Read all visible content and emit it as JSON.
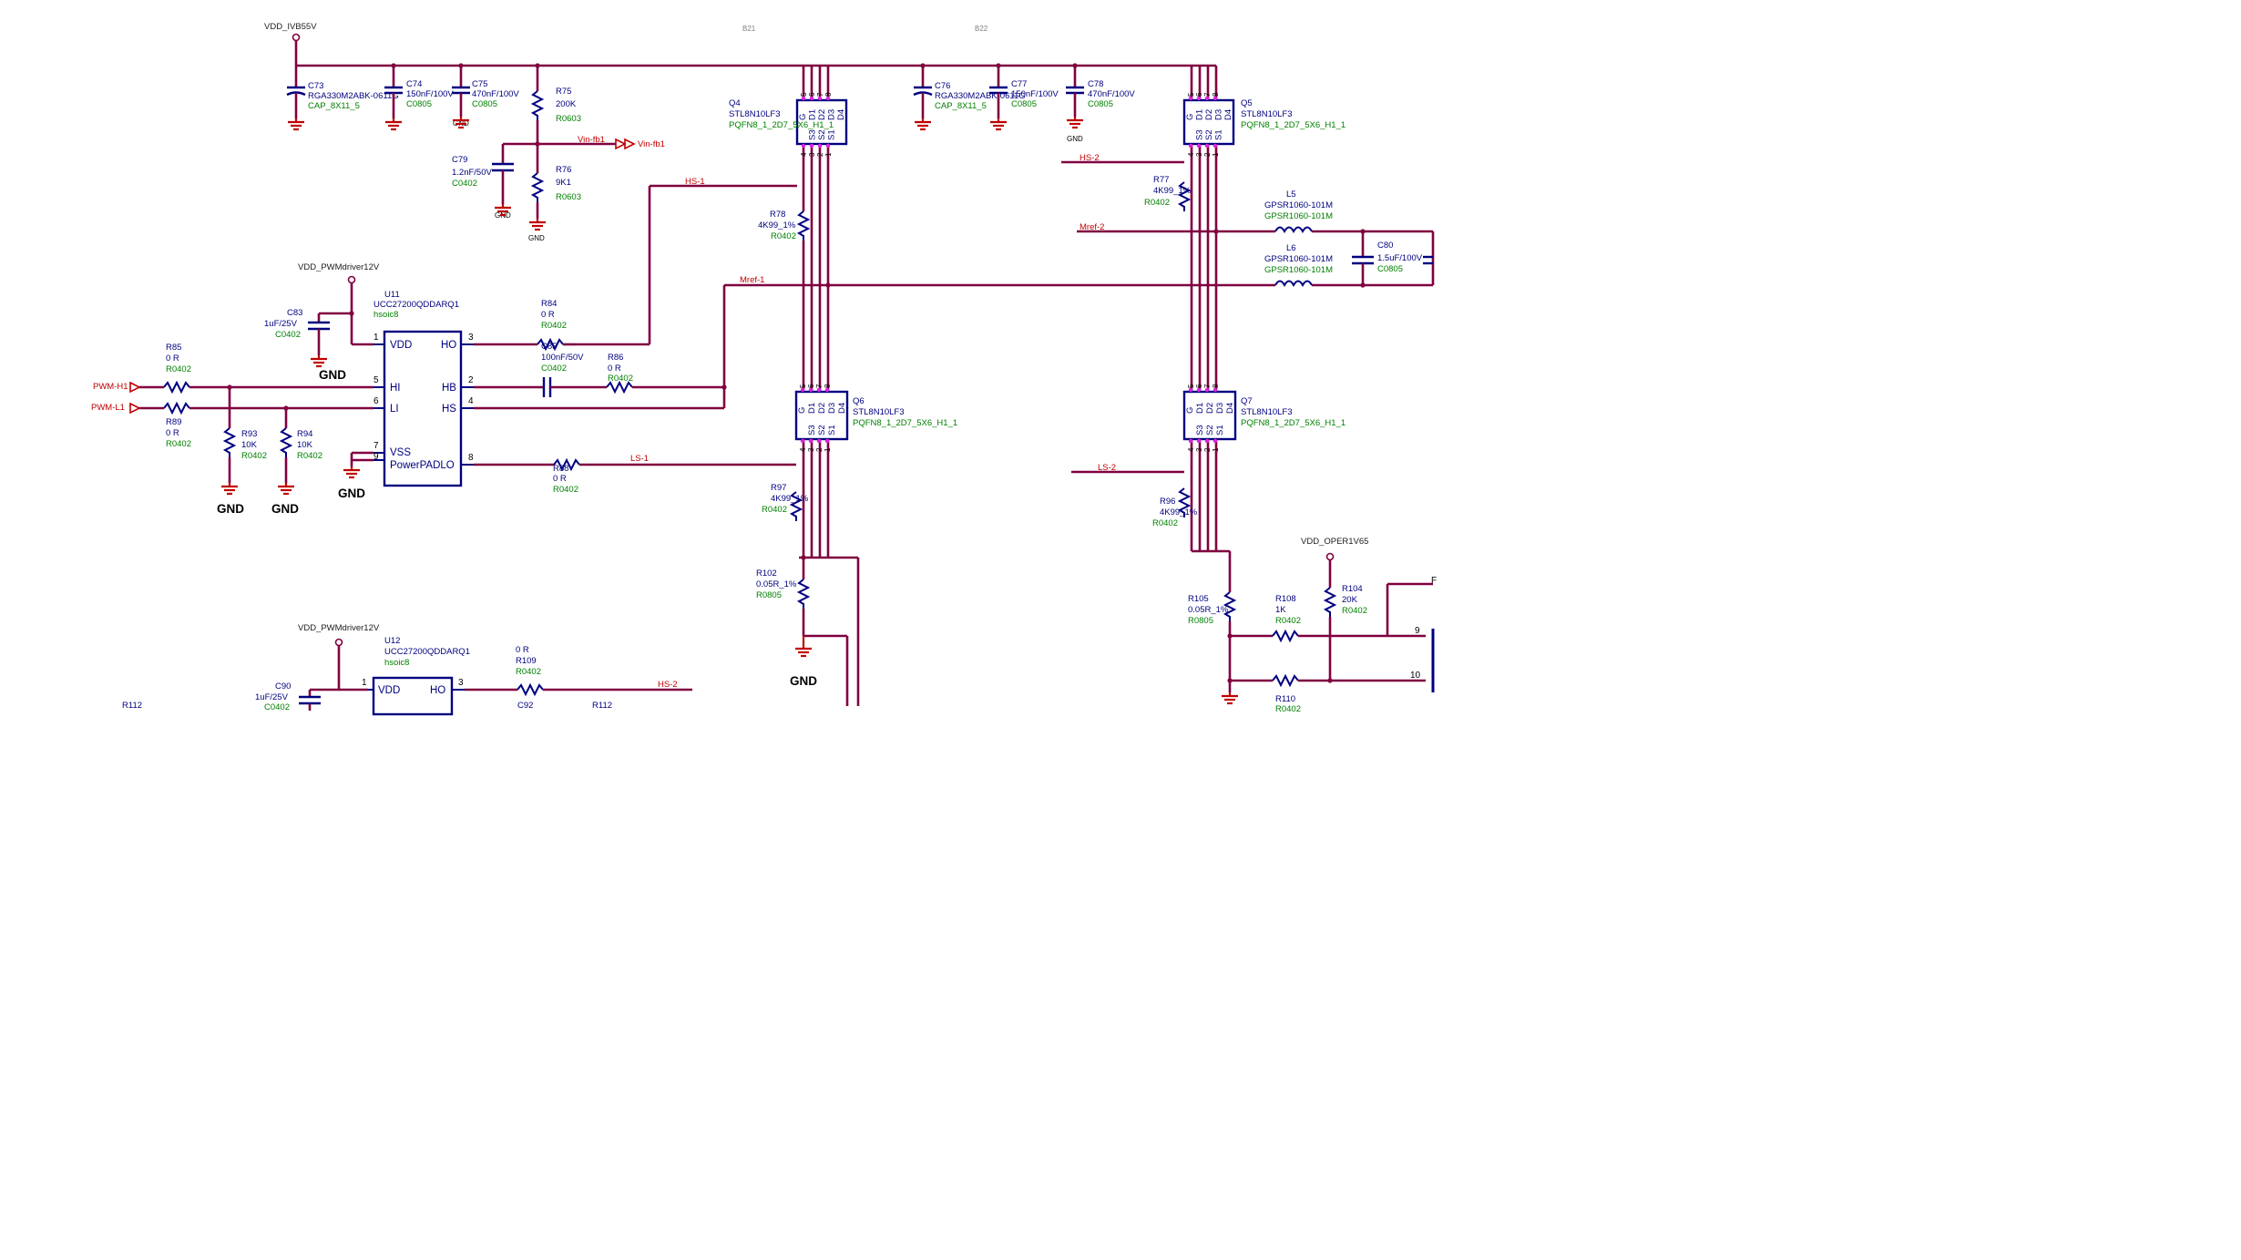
{
  "sheet_marks": {
    "b1": "B21",
    "b2": "B22"
  },
  "power": {
    "vdd_ivb55": "VDD_IVB55V",
    "vdd_pw1": "VDD_PWMdriver12V",
    "vdd_pw2": "VDD_PWMdriver12V",
    "vdd_oper": "VDD_OPER1V65"
  },
  "net_labels": {
    "vinfb_a": "Vin-fb1",
    "vinfb_b": "Vin-fb1",
    "hs1": "HS-1",
    "mref1": "Mref-1",
    "hs2": "HS-2",
    "mref2": "Mref-2",
    "ls1": "LS-1",
    "ls2": "LS-2",
    "hs2b": "HS-2",
    "pwmh1": "PWM-H1",
    "pwml1": "PWM-L1"
  },
  "gnd": {
    "small": "GND",
    "big": "GND"
  },
  "caps": {
    "c73": {
      "ref": "C73",
      "value": "RGA330M2ABK-0611G",
      "fp": "CAP_8X11_5"
    },
    "c74": {
      "ref": "C74",
      "value": "150nF/100V",
      "fp": "C0805"
    },
    "c75": {
      "ref": "C75",
      "value": "470nF/100V",
      "fp": "C0805"
    },
    "c76": {
      "ref": "C76",
      "value": "RGA330M2ABK-0611G",
      "fp": "CAP_8X11_5"
    },
    "c77": {
      "ref": "C77",
      "value": "150nF/100V",
      "fp": "C0805"
    },
    "c78": {
      "ref": "C78",
      "value": "470nF/100V",
      "fp": "C0805"
    },
    "c79": {
      "ref": "C79",
      "value": "1.2nF/50V",
      "fp": "C0402"
    },
    "c80": {
      "ref": "C80",
      "value": "1.5uF/100V",
      "fp": "C0805"
    },
    "c83": {
      "ref": "C83",
      "value": "1uF/25V",
      "fp": "C0402"
    },
    "c85": {
      "ref": "C85",
      "value": "100nF/50V",
      "fp": "C0402"
    },
    "c90": {
      "ref": "C90",
      "value": "1uF/25V",
      "fp": "C0402"
    },
    "c92": {
      "ref": "C92"
    }
  },
  "resistors": {
    "r75": {
      "ref": "R75",
      "value": "200K",
      "fp": "R0603"
    },
    "r76": {
      "ref": "R76",
      "value": "9K1",
      "fp": "R0603"
    },
    "r77": {
      "ref": "R77",
      "value": "4K99_1%",
      "fp": "R0402"
    },
    "r78": {
      "ref": "R78",
      "value": "4K99_1%",
      "fp": "R0402"
    },
    "r84": {
      "ref": "R84",
      "value": "0 R",
      "fp": "R0402"
    },
    "r85": {
      "ref": "R85",
      "value": "0 R",
      "fp": "R0402"
    },
    "r86": {
      "ref": "R86",
      "value": "0 R",
      "fp": "R0402"
    },
    "r88": {
      "ref": "R88",
      "value": "0 R",
      "fp": "R0402"
    },
    "r89": {
      "ref": "R89",
      "value": "0 R",
      "fp": "R0402"
    },
    "r93": {
      "ref": "R93",
      "value": "10K",
      "fp": "R0402"
    },
    "r94": {
      "ref": "R94",
      "value": "10K",
      "fp": "R0402"
    },
    "r96": {
      "ref": "R96",
      "value": "4K99_1%",
      "fp": "R0402"
    },
    "r97": {
      "ref": "R97",
      "value": "4K99_1%",
      "fp": "R0402"
    },
    "r102": {
      "ref": "R102",
      "value": "0.05R_1%",
      "fp": "R0805"
    },
    "r104": {
      "ref": "R104",
      "value": "20K",
      "fp": "R0402"
    },
    "r105": {
      "ref": "R105",
      "value": "0.05R_1%",
      "fp": "R0805"
    },
    "r108": {
      "ref": "R108",
      "value": "1K",
      "fp": "R0402"
    },
    "r109": {
      "ref": "R109",
      "value": "0 R",
      "fp": "R0402"
    },
    "r110": {
      "ref": "R110",
      "fp": "R0402"
    },
    "r112a": {
      "ref": "R112"
    },
    "r112b": {
      "ref": "R112"
    }
  },
  "inductors": {
    "l5": {
      "ref": "L5",
      "value": "GPSR1060-101M",
      "fp": "GPSR1060-101M"
    },
    "l6": {
      "ref": "L6",
      "value": "GPSR1060-101M",
      "fp": "GPSR1060-101M"
    }
  },
  "mosfets": {
    "q4": {
      "ref": "Q4",
      "part": "STL8N10LF3",
      "fp": "PQFN8_1_2D7_5X6_H1_1"
    },
    "q5": {
      "ref": "Q5",
      "part": "STL8N10LF3",
      "fp": "PQFN8_1_2D7_5X6_H1_1"
    },
    "q6": {
      "ref": "Q6",
      "part": "STL8N10LF3",
      "fp": "PQFN8_1_2D7_5X6_H1_1"
    },
    "q7": {
      "ref": "Q7",
      "part": "STL8N10LF3",
      "fp": "PQFN8_1_2D7_5X6_H1_1"
    },
    "pins_top": [
      "G",
      "D1",
      "D2",
      "D3",
      "D4"
    ],
    "pins_bot": [
      "S3",
      "S2",
      "S1"
    ],
    "pin_nums_top": [
      "4",
      "3",
      "2",
      "1"
    ],
    "pin_nums_bot": [
      "5",
      "6",
      "7",
      "8"
    ]
  },
  "drivers": {
    "u11": {
      "ref": "U11",
      "part": "UCC27200QDDARQ1",
      "fp": "hsoic8",
      "pins": {
        "vdd": "VDD",
        "hi": "HI",
        "li": "LI",
        "vss": "VSS",
        "pad": "PowerPADLO",
        "ho": "HO",
        "hb": "HB",
        "hs": "HS"
      },
      "nums": {
        "vdd": "1",
        "hi": "5",
        "li": "6",
        "vss": "7",
        "pad": "9",
        "ho": "3",
        "hb": "2",
        "hs": "4",
        "lo": "8"
      }
    },
    "u12": {
      "ref": "U12",
      "part": "UCC27200QDDARQ1",
      "fp": "hsoic8",
      "pins": {
        "vdd": "VDD",
        "ho": "HO"
      },
      "nums": {
        "vdd": "1",
        "ho": "3"
      }
    }
  },
  "connector": {
    "pin9": "9",
    "pin10": "10",
    "pinf": "F"
  }
}
